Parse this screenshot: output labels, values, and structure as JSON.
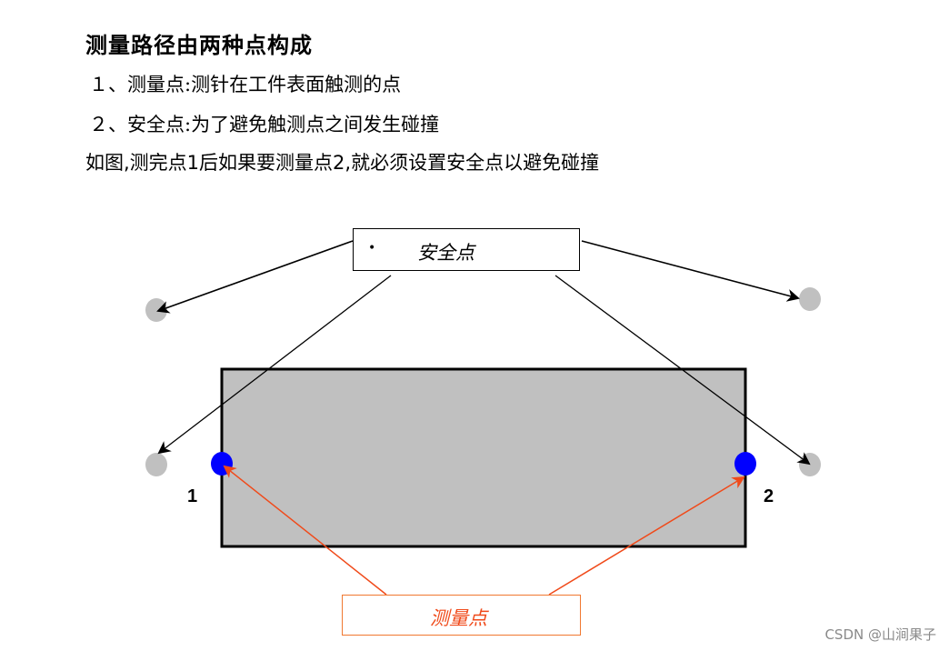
{
  "document": {
    "title": "测量路径由两种点构成",
    "items": [
      "１、测量点:测针在工件表面触测的点",
      "２、安全点:为了避免触测点之间发生碰撞"
    ],
    "note": "如图,测完点1后如果要测量点2,就必须设置安全点以避免碰撞"
  },
  "diagram": {
    "safe_point_box": {
      "bullet": "•",
      "label": "安全点"
    },
    "measure_point_box": {
      "label": "测量点"
    },
    "point_labels": [
      "1",
      "2"
    ],
    "colors": {
      "workpiece_fill": "#c0c0c0",
      "measure_point": "#0000ff",
      "safe_point": "#c0c0c0",
      "measure_arrow": "#f04a1a",
      "safe_arrow": "#000000"
    }
  },
  "watermark": "CSDN @山涧果子"
}
